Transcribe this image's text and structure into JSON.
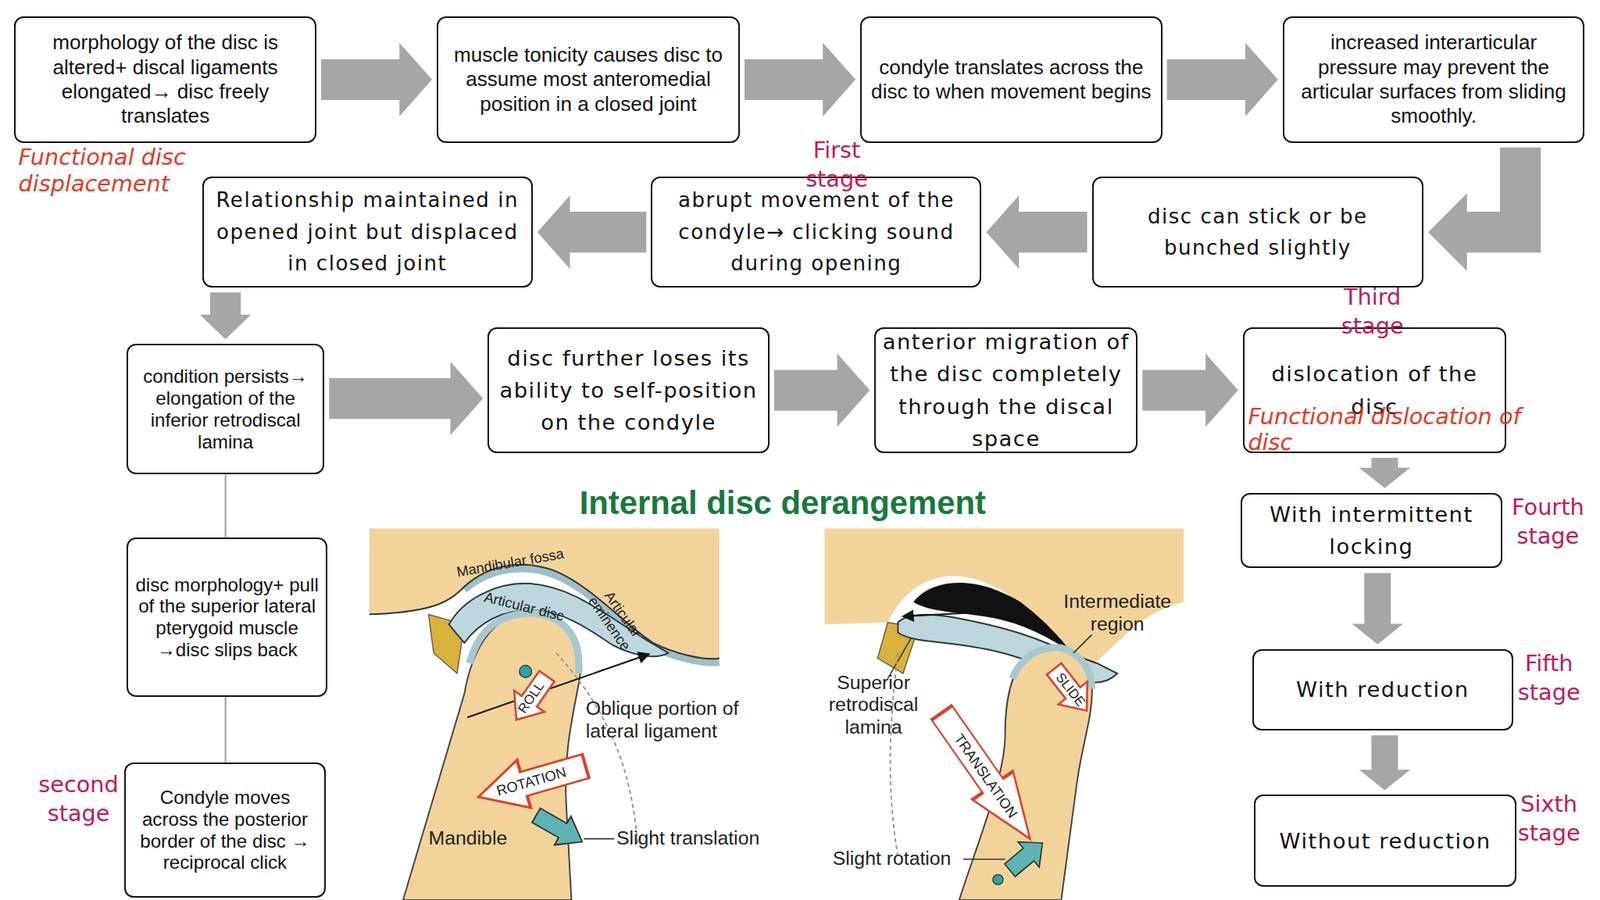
{
  "diagram": {
    "title": "Internal disc derangement",
    "nodes": [
      {
        "text": [
          "morphology of the disc is altered+ discal ligaments elongated→ disc freely translates"
        ]
      },
      {
        "text": [
          "muscle tonicity causes disc to assume most anteromedial position in a closed joint"
        ]
      },
      {
        "text": [
          "condyle translates across the disc to when movement begins"
        ]
      },
      {
        "text": [
          "increased interarticular pressure may prevent the articular surfaces from sliding smoothly."
        ]
      },
      {
        "text": [
          "disc can stick or be bunched slightly"
        ]
      },
      {
        "text": [
          "abrupt movement of the condyle→ clicking sound during opening",
          "First stage"
        ]
      },
      {
        "text": [
          "Relationship maintained in opened joint but displaced in closed joint"
        ]
      },
      {
        "text": [
          "condition persists→ elongation of the inferior retrodiscal lamina"
        ]
      },
      {
        "text": [
          "disc morphology+ pull of the superior lateral pterygoid muscle →disc slips back"
        ]
      },
      {
        "text": [
          "Condyle moves across the posterior border of the disc → reciprocal click",
          "second stage"
        ]
      },
      {
        "text": [
          "disc further loses its ability to self-position on the condyle"
        ]
      },
      {
        "text": [
          "anterior migration of the disc completely through the discal space"
        ]
      },
      {
        "text": [
          "dislocation of the disc",
          "Third stage"
        ]
      },
      {
        "text": [
          "With intermittent locking",
          "Fourth stage"
        ]
      },
      {
        "text": [
          "With reduction",
          "Fifth stage"
        ]
      },
      {
        "text": [
          "Without reduction",
          "Sixth stage"
        ]
      }
    ],
    "edges": [
      {
        "from": 0,
        "to": 1,
        "arrow": "to"
      },
      {
        "from": 1,
        "to": 2,
        "arrow": "to"
      },
      {
        "from": 2,
        "to": 3,
        "arrow": "to"
      },
      {
        "from": 3,
        "to": 4,
        "arrow": "to"
      },
      {
        "from": 4,
        "to": 5,
        "arrow": "to"
      },
      {
        "from": 5,
        "to": 6,
        "arrow": "to"
      },
      {
        "from": 6,
        "to": 7,
        "arrow": "to"
      },
      {
        "from": 7,
        "to": 8,
        "arrow": "none"
      },
      {
        "from": 8,
        "to": 9,
        "arrow": "none"
      },
      {
        "from": 7,
        "to": 10,
        "arrow": "to"
      },
      {
        "from": 10,
        "to": 11,
        "arrow": "to"
      },
      {
        "from": 11,
        "to": 12,
        "arrow": "to"
      },
      {
        "from": 12,
        "to": 13,
        "arrow": "to"
      },
      {
        "from": 13,
        "to": 14,
        "arrow": "to"
      },
      {
        "from": 14,
        "to": 15,
        "arrow": "to"
      }
    ],
    "labels": [
      "Functional disc displacement",
      "Functional dislocation of disc",
      "Mandibular fossa",
      "Articular disc",
      "Articular eminence",
      "ROLL",
      "Oblique portion of lateral ligament",
      "ROTATION",
      "Mandible",
      "Slight translation",
      "Intermediate region",
      "Superior retrodiscal lamina",
      "SLIDE",
      "TRANSLATION",
      "Slight rotation"
    ]
  }
}
